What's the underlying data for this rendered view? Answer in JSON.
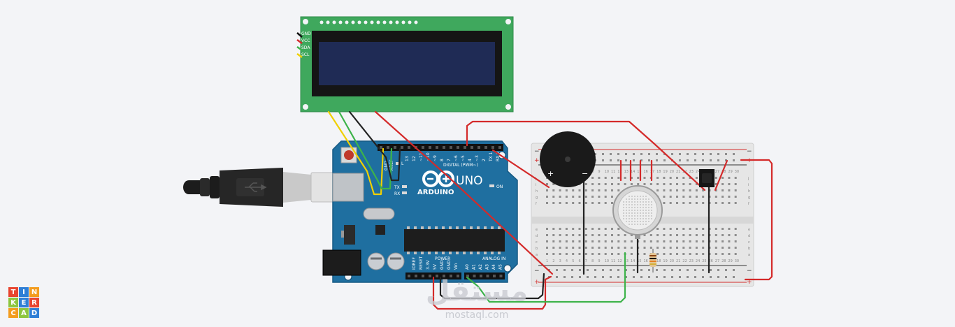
{
  "lcd": {
    "pin_labels": [
      "GND",
      "VCC",
      "SDA",
      "SCL"
    ]
  },
  "arduino": {
    "brand": "ARDUINO",
    "model": "UNO",
    "digital_label": "DIGITAL (PWM~)",
    "aref": "AREF",
    "gnd_top": "GND",
    "digital_pins": [
      "13",
      "12",
      "~11",
      "~10",
      "~9",
      "8",
      "7",
      "~6",
      "~5",
      "4",
      "~3",
      "2",
      "TX 1",
      "RX 0"
    ],
    "tx": "TX",
    "rx": "RX",
    "on": "ON",
    "l": "L",
    "power_label": "POWER",
    "analog_label": "ANALOG IN",
    "power_pins": [
      "IOREF",
      "RESET",
      "3.3V",
      "5V",
      "GND",
      "GND",
      "Vin"
    ],
    "analog_pins": [
      "A0",
      "A1",
      "A2",
      "A3",
      "A4",
      "A5"
    ]
  },
  "breadboard": {
    "plus": "+",
    "minus": "−",
    "rows_top": [
      "j",
      "i",
      "h",
      "g",
      "f"
    ],
    "rows_bottom": [
      "e",
      "d",
      "c",
      "b",
      "a"
    ],
    "columns": [
      "1",
      "2",
      "3",
      "4",
      "5",
      "6",
      "7",
      "8",
      "9",
      "10",
      "11",
      "12",
      "13",
      "14",
      "15",
      "16",
      "17",
      "18",
      "19",
      "20",
      "21",
      "22",
      "23",
      "24",
      "25",
      "26",
      "27",
      "28",
      "29",
      "30"
    ]
  },
  "buzzer": {
    "plus": "+",
    "minus": "−"
  },
  "branding": {
    "logo_letters": [
      "T",
      "I",
      "N",
      "K",
      "E",
      "R",
      "C",
      "A",
      "D"
    ],
    "logo_colors": [
      "#e8442f",
      "#2f7fd6",
      "#f39c1f",
      "#8dc63f",
      "#2f7fd6",
      "#e8442f",
      "#f39c1f",
      "#8dc63f",
      "#2f7fd6"
    ],
    "watermark_arabic": "مستقل",
    "watermark_url": "mostaql.com"
  },
  "colors": {
    "arduino_blue": "#1f6fa0",
    "lcd_green": "#3fa85d",
    "lcd_screen": "#1f2b55",
    "wire_red": "#d42a2a",
    "wire_black": "#222222",
    "wire_green": "#3db34a",
    "wire_yellow": "#f0d000"
  }
}
